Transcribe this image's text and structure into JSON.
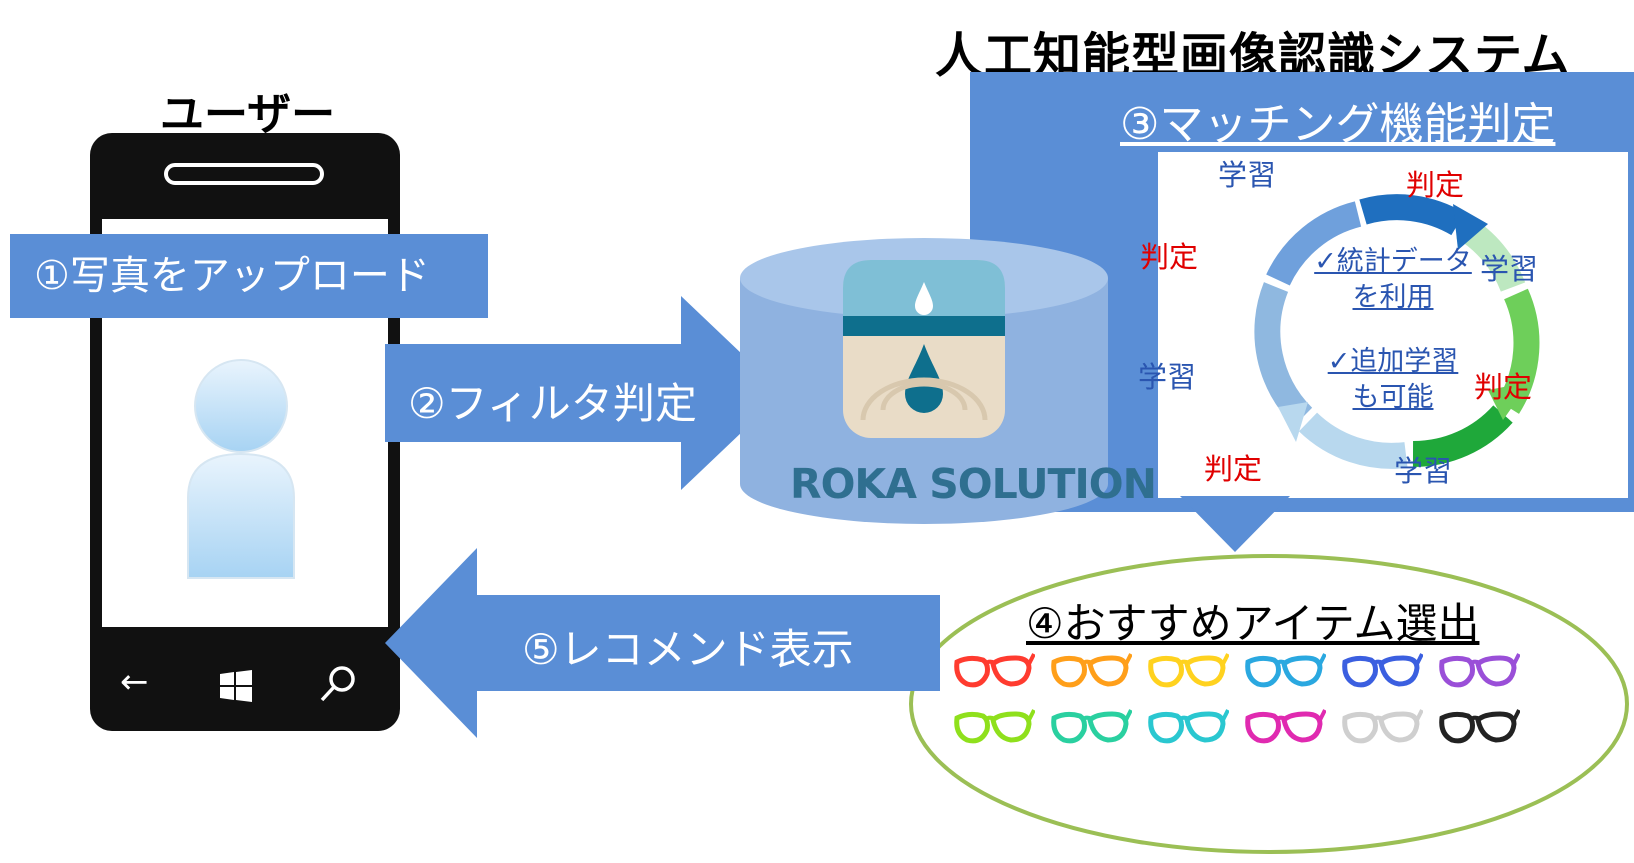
{
  "titles": {
    "user": "ユーザー",
    "ai_system": "人工知能型画像認識システム"
  },
  "steps": {
    "upload": "①写真をアップロード",
    "filter": "②フィルタ判定",
    "matching": "③マッチング機能判定",
    "recommend_items": "④おすすめアイテム選出",
    "recommend_display": "⑤レコメンド表示"
  },
  "cycle": {
    "learn": "学習",
    "judge": "判定",
    "center_top_line1": "✓統計データ",
    "center_top_line2": "を利用",
    "center_bottom_line1": "✓追加学習",
    "center_bottom_line2": "も可能"
  },
  "brand": {
    "name": "ROKA SOLUTION"
  },
  "glasses": {
    "row1": [
      "#ff3b2f",
      "#ff9f1a",
      "#ffd21f",
      "#2aa8e0",
      "#3b5fe0",
      "#9a4fd8"
    ],
    "row2": [
      "#8fe01c",
      "#2ad0a0",
      "#2ac7d0",
      "#e02ab0",
      "#cfcfcf",
      "#222222"
    ]
  },
  "colors": {
    "panel_blue": "#5a8ed6",
    "learn_text": "#2a55b0",
    "judge_text": "#e00000",
    "ellipse_border": "#9bbf55"
  }
}
